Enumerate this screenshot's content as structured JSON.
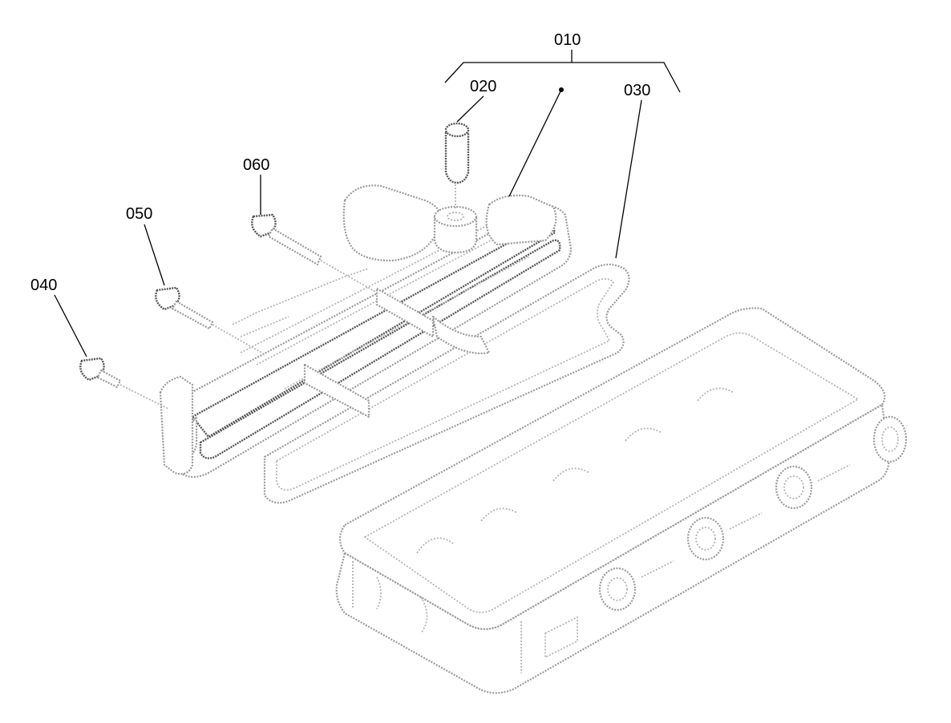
{
  "labels": {
    "assembly": "010",
    "pin": "020",
    "gasket": "030",
    "bolt_front": "040",
    "bolt_middle": "050",
    "bolt_rear": "060"
  }
}
